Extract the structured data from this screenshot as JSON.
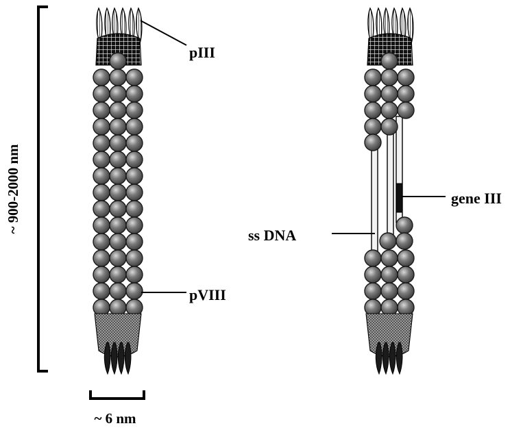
{
  "labels": {
    "piii": "pIII",
    "pviii": "pVIII",
    "length": "~ 900-2000 nm",
    "width": "~ 6 nm",
    "ssdna": "ss DNA",
    "gene3": "gene III"
  },
  "colors": {
    "sphere_fill": "#6e6e6e",
    "sphere_highlight": "#d9d9d9",
    "sphere_stroke": "#1a1a1a",
    "line": "#000000",
    "tube": "#f2f2f2",
    "gene_block": "#111111"
  },
  "particles": [
    {
      "name": "intact-phage"
    },
    {
      "name": "phage-with-exposed-dna"
    }
  ]
}
